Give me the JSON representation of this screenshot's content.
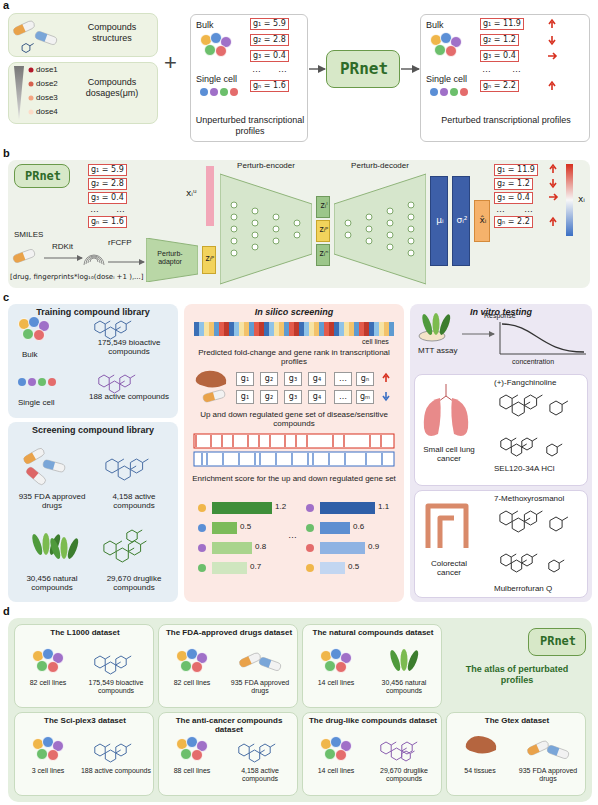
{
  "diagram": {
    "nodes": [
      {
        "text": [
          "Compounds structures"
        ]
      },
      {
        "text": [
          "Compounds dosages(μm)"
        ]
      },
      {
        "text": [
          "Unperturbed transcriptional profiles"
        ]
      },
      {
        "text": [
          "PRnet"
        ]
      },
      {
        "text": [
          "Perturbed transcriptional profiles"
        ]
      },
      {
        "text": [
          "PRnet"
        ]
      },
      {
        "text": [
          "Perturb-adaptor"
        ]
      },
      {
        "text": [
          "zᵢᵖ"
        ]
      },
      {
        "text": [
          "Perturb-encoder"
        ]
      },
      {
        "text": [
          "zᵢˡ"
        ]
      },
      {
        "text": [
          "zᵢᵖ"
        ]
      },
      {
        "text": [
          "zᵢⁿ"
        ]
      },
      {
        "text": [
          "Perturb-decoder"
        ]
      },
      {
        "text": [
          "μᵢ"
        ]
      },
      {
        "text": [
          "σᵢ²"
        ]
      },
      {
        "text": [
          "x̂ᵢ"
        ]
      },
      {
        "text": [
          "Training compound library"
        ]
      },
      {
        "text": [
          "Screening compound library"
        ]
      },
      {
        "text": [
          "In silico screening"
        ]
      },
      {
        "text": [
          "In vitro testing"
        ]
      },
      {
        "text": [
          "Small cell lung cancer"
        ],
        "in": 19
      },
      {
        "text": [
          "Colorectal cancer"
        ],
        "in": 19
      },
      {
        "text": [
          "The atlas of perturbated profiles"
        ]
      },
      {
        "text": [
          "PRnet"
        ],
        "in": 22
      },
      {
        "text": [
          "The L1000 dataset",
          "82 cell lines",
          "175,549 bioactive compounds"
        ],
        "in": 22
      },
      {
        "text": [
          "The FDA-approved drugs dataset",
          "82 cell lines",
          "935 FDA approved drugs"
        ],
        "in": 22
      },
      {
        "text": [
          "The natural compounds dataset",
          "14 cell lines",
          "30,456 natural compounds"
        ],
        "in": 22
      },
      {
        "text": [
          "The Sci-plex3 dataset",
          "3 cell lines",
          "188 active compounds"
        ],
        "in": 22
      },
      {
        "text": [
          "The anti-cancer compounds dataset",
          "88 cell lines",
          "4,158 active compounds"
        ],
        "in": 22
      },
      {
        "text": [
          "The drug-like compounds dataset",
          "14 cell lines",
          "29,670 druglike compounds"
        ],
        "in": 22
      },
      {
        "text": [
          "The Gtex dataset",
          "54 tissues",
          "935 FDA approved drugs"
        ],
        "in": 22
      }
    ],
    "edges": [
      {
        "from": 2,
        "to": 3,
        "arrow": "to"
      },
      {
        "from": 3,
        "to": 4,
        "arrow": "to"
      }
    ],
    "labels": [
      "a",
      "dose1",
      "dose2",
      "dose3",
      "dose4",
      "+",
      "Bulk",
      "Single cell",
      "g₁ = 5.9",
      "g₂ = 2.8",
      "g₃ = 0.4",
      "…",
      "…",
      "gₙ = 1.6",
      "Bulk",
      "Single cell",
      "g₁ = 11.9",
      "g₂ = 1.2",
      "g₃ = 0.4",
      "…",
      "…",
      "gₙ = 2.2",
      "b",
      "g₁ = 5.9",
      "g₂ = 2.8",
      "g₃ = 0.4",
      "…",
      "…",
      "gₙ = 1.6",
      "xᵢᵘ",
      "SMILES",
      "RDKit",
      "rFCFP",
      "[drug, fingerprints*log₁₀(doseᵢ +1 ),...]",
      "g₁ = 11.9",
      "g₂ = 1.2",
      "g₃ = 0.4",
      "…",
      "…",
      "gₙ = 2.2",
      "xᵢ",
      "c",
      "Bulk",
      "175,549 bioactive compounds",
      "Single cell",
      "188 active compounds",
      "935 FDA approved drugs",
      "4,158 active compounds",
      "30,456 natural compounds",
      "29,670 druglike compounds",
      "cell lines",
      "Predicted fold-change and gene rank in transcriptional profiles",
      "g₁",
      "g₂",
      "g₃",
      "g₄",
      "…",
      "gₙ",
      "g₁",
      "g₂",
      "g₃",
      "g₄",
      "…",
      "gₘ",
      "Up and down regulated gene set of disease/sensitive compounds",
      "Enrichment score for the up and down regulated gene set",
      "1.2",
      "0.5",
      "0.8",
      "0.7",
      "…",
      "1.1",
      "0.6",
      "0.9",
      "0.5",
      "MTT assay",
      "Response",
      "concentration",
      "(+)-Fangchinoline",
      "SEL120-34A HCl",
      "7-Methoxyrosmanol",
      "Mulberrofuran Q",
      "d"
    ]
  }
}
